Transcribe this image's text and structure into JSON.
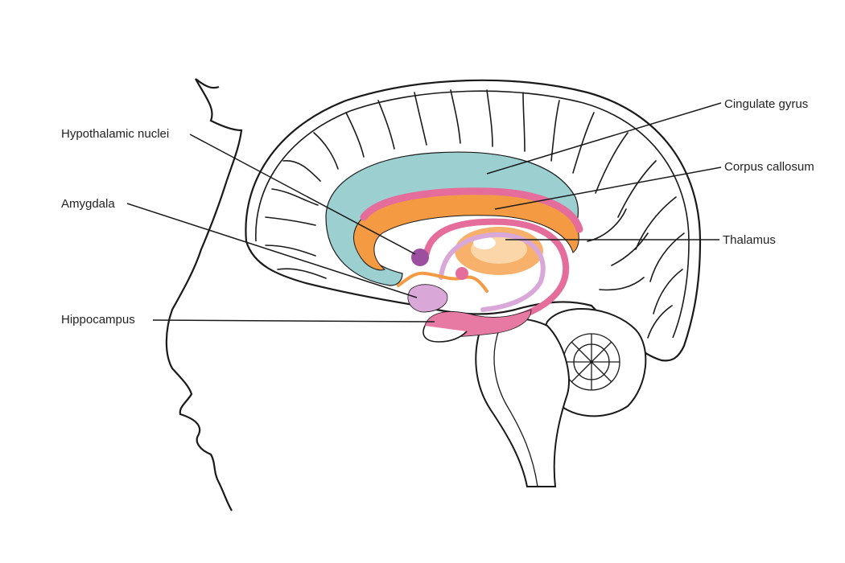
{
  "colors": {
    "outline": "#1a1a1a",
    "cingulate_gyrus": "#9ccfd0",
    "corpus_callosum": "#f49a42",
    "fornix_pink": "#e56d9b",
    "hippocampus": "#e77aa2",
    "amygdala": "#d9a8d8",
    "hypothalamic_nuclei": "#9b4f9e",
    "thalamus": "#f7b16a",
    "leader_line": "#1a1a1a"
  },
  "labels": {
    "cingulate_gyrus": "Cingulate gyrus",
    "corpus_callosum": "Corpus callosum",
    "thalamus": "Thalamus",
    "hypothalamic_nuclei": "Hypothalamic nuclei",
    "amygdala": "Amygdala",
    "hippocampus": "Hippocampus"
  }
}
